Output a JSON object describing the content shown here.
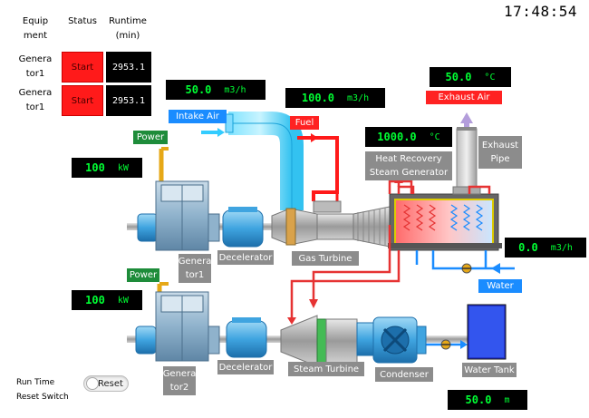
{
  "clock": "17:48:54",
  "status_table": {
    "headers": {
      "equipment": [
        "Equip",
        "ment"
      ],
      "status": "Status",
      "runtime": [
        "Runtime",
        "(min)"
      ]
    },
    "rows": [
      {
        "equipment": [
          "Genera",
          "tor1"
        ],
        "status": "Start",
        "runtime": "2953.1"
      },
      {
        "equipment": [
          "Genera",
          "tor1"
        ],
        "status": "Start",
        "runtime": "2953.1"
      }
    ]
  },
  "readouts": {
    "intake_air": {
      "value": "50.0",
      "unit": "m3/h"
    },
    "fuel": {
      "value": "100.0",
      "unit": "m3/h"
    },
    "hrsg_temp": {
      "value": "1000.0",
      "unit": "°C"
    },
    "exhaust_air": {
      "value": "50.0",
      "unit": "°C"
    },
    "water": {
      "value": "0.0",
      "unit": "m3/h"
    },
    "power1": {
      "value": "100",
      "unit": "kW"
    },
    "power2": {
      "value": "100",
      "unit": "kW"
    },
    "water_tank": {
      "value": "50.0",
      "unit": "m"
    }
  },
  "labels": {
    "intake_air": "Intake Air",
    "fuel": "Fuel",
    "exhaust_air": "Exhaust Air",
    "water": "Water",
    "power1": "Power",
    "power2": "Power",
    "hrsg": [
      "Heat Recovery",
      "Steam Generator"
    ],
    "exhaust_pipe": [
      "Exhaust",
      "Pipe"
    ],
    "generator1": [
      "Genera",
      "tor1"
    ],
    "generator2": [
      "Genera",
      "tor2"
    ],
    "decelerator1": "Decelerator",
    "decelerator2": "Decelerator",
    "gas_turbine": "Gas Turbine",
    "steam_turbine": "Steam Turbine",
    "condenser": "Condenser",
    "water_tank": "Water Tank"
  },
  "reset": {
    "title": [
      "Run Time",
      "Reset Switch"
    ],
    "button_label": "Reset"
  },
  "colors": {
    "readout_bg": "#000000",
    "readout_text": "#00ff33",
    "status_start": "#ff1a1a",
    "air_pipe": "#33ccff",
    "fuel_pipe": "#ff1a1a",
    "power_line": "#e6a817",
    "water_line": "#1a8cff",
    "steam_line": "#e63333"
  }
}
